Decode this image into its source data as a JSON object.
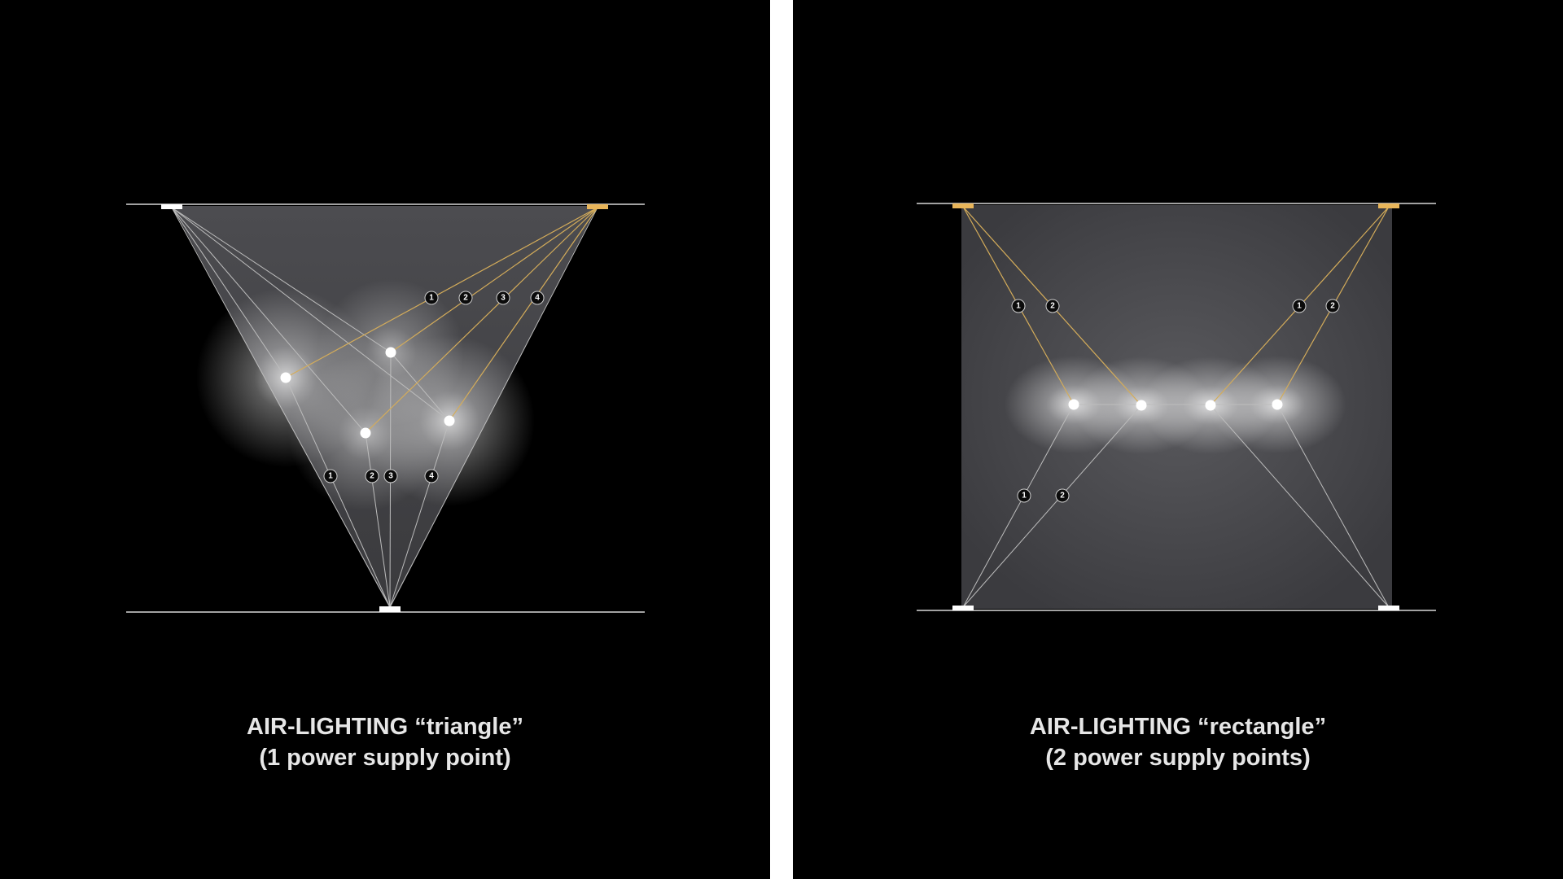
{
  "colors": {
    "background": "#000000",
    "divider": "#ffffff",
    "fill_area": "#4a4a4e",
    "cable_white": "#bdbdbd",
    "cable_gold": "#d4ac5a",
    "power_point": "#e8b55a",
    "anchor": "#ffffff",
    "caption_text": "#e6e6e6"
  },
  "icons": {
    "anchor": "anchor-point-icon",
    "power": "power-supply-icon",
    "light": "light-source-icon",
    "badge": "numbered-badge-icon"
  },
  "diagrams": [
    {
      "id": "triangle",
      "caption_line1": "AIR-LIGHTING “triangle”",
      "caption_line2": "(1 power supply point)",
      "power_supply_points": 1,
      "lights": 4,
      "upper_badges": [
        "1",
        "2",
        "3",
        "4"
      ],
      "lower_badges": [
        "1",
        "2",
        "3",
        "4"
      ]
    },
    {
      "id": "rectangle",
      "caption_line1": "AIR-LIGHTING “rectangle”",
      "caption_line2": "(2 power supply points)",
      "power_supply_points": 2,
      "lights": 4,
      "upper_left_badges": [
        "1",
        "2"
      ],
      "upper_right_badges": [
        "1",
        "2"
      ],
      "lower_badges": [
        "1",
        "2"
      ]
    }
  ]
}
